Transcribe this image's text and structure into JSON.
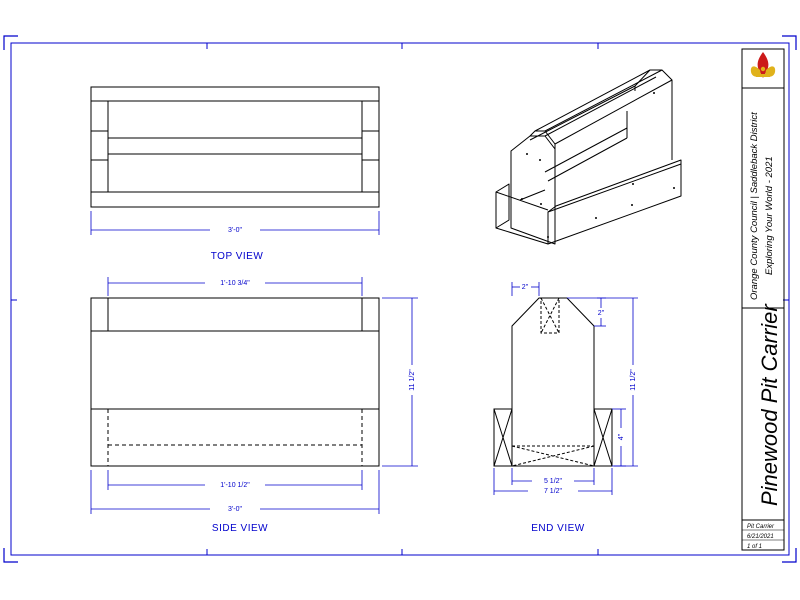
{
  "title_block": {
    "organization": "Orange County Council | Saddleback District",
    "theme": "Exploring Your World - 2021",
    "project_title": "Pinewood Pit Carrier",
    "note_1": "Pit Carrier",
    "note_2": "6/21/2021",
    "note_3": "1 of 1"
  },
  "views": {
    "top": "TOP VIEW",
    "side": "SIDE VIEW",
    "end": "END VIEW"
  },
  "dimensions": {
    "top_width": "3'-0\"",
    "side_inner_width": "1'-10 3/4\"",
    "side_base_width": "1'-10 1/2\"",
    "side_overall_width": "3'-0\"",
    "side_height": "11 1/2\"",
    "end_top": "2\"",
    "end_chamfer": "2\"",
    "end_height": "11 1/2\"",
    "end_side_height": "4\"",
    "end_inner_width": "5 1/2\"",
    "end_overall_width": "7 1/2\""
  },
  "colors": {
    "border": "#0000cc",
    "lines": "#000000",
    "logo_red": "#cc1a1a",
    "logo_gold": "#e0b21b"
  }
}
